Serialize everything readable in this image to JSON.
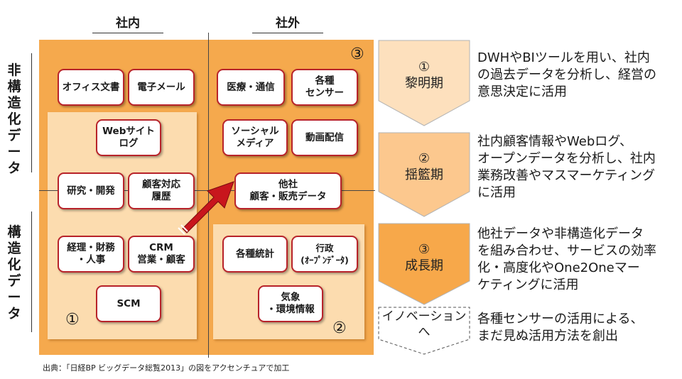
{
  "columns": {
    "internal": "社内",
    "external": "社外"
  },
  "rows": {
    "unstructured": "非構造化データ",
    "structured": "構造化データ"
  },
  "boxes": {
    "office_docs": "オフィス文書",
    "email": "電子メール",
    "medical": "医療・通信",
    "sensors": "各種\nセンサー",
    "web_log": "Webサイト\nログ",
    "social_media": "ソーシャル\nメディア",
    "video": "動画配信",
    "rnd": "研究・開発",
    "customer_history": "顧客対応\n履歴",
    "other_company": "他社\n顧客・販売データ",
    "accounting": "経理・財務\n・人事",
    "crm": "CRM\n営業・顧客",
    "statistics": "各種統計",
    "government": "行政\n(ｵｰﾌﾟﾝﾃﾞｰﾀ)",
    "scm": "SCM",
    "weather": "気象\n・環境情報"
  },
  "markers": {
    "m1": "①",
    "m2": "②",
    "m3": "③"
  },
  "phases": [
    {
      "label": "①\n黎明期",
      "desc": "DWHやBIツールを用い、社内\nの過去データを分析し、経営の\n意思決定に活用"
    },
    {
      "label": "②\n揺籃期",
      "desc": "社内顧客情報やWebログ、\nオープンデータを分析し、社内\n業務改善やマスマーケティング\nに活用"
    },
    {
      "label": "③\n成長期",
      "desc": "他社データや非構造化データ\nを組み合わせ、サービスの効率\n化・高度化やOne2Oneマー\nケティングに活用"
    },
    {
      "label": "イノベーション\nへ",
      "desc": "各種センサーの活用による、\nまだ見ぬ活用方法を創出"
    }
  ],
  "colors": {
    "outer": "#f5a94d",
    "inner": "#fcdcaf",
    "box_border": "#b8232a",
    "arrow": "#c8161d",
    "phase_dark": "#f7a84a"
  },
  "source": "出典：「日経BP ビッグデータ総覧2013」の図をアクセンチュアで加工"
}
